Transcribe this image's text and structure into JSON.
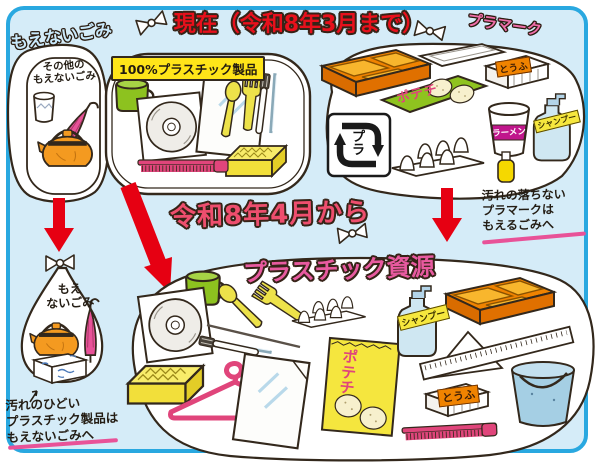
{
  "colors": {
    "frame_bg": "#d5ecf8",
    "frame_border": "#29a8e0",
    "accent_red": "#e60012",
    "accent_pink": "#e85298",
    "highlight_yellow": "#ffe519"
  },
  "banner": {
    "current_title": "現在（令和8年3月まで）",
    "april_title": "令和8年4月から"
  },
  "tags": {
    "nonburnable": "もえないごみ",
    "plamark": "プラマーク"
  },
  "groups": {
    "other_nonburnable_line1": "その他の",
    "other_nonburnable_line2": "もえないごみ",
    "plastic100_label": "100%プラスチック製品",
    "resource_title": "プラスチック資源",
    "bag_line1": "もえ",
    "bag_line2": "ないごみ"
  },
  "notes": {
    "plamark_dirty_line1": "汚れの落ちない",
    "plamark_dirty_line2": "プラマークは",
    "plamark_dirty_line3": "もえるごみへ",
    "plastic_dirty_line1": "汚れのひどい",
    "plastic_dirty_line2": "プラスチック製品は",
    "plastic_dirty_line3": "もえないごみへ"
  },
  "product_labels": {
    "pla_symbol": "プラ",
    "potato_chips": "ポテチ",
    "tofu": "とうふ",
    "ramen": "ラーメン",
    "shampoo": "シャンプー"
  }
}
